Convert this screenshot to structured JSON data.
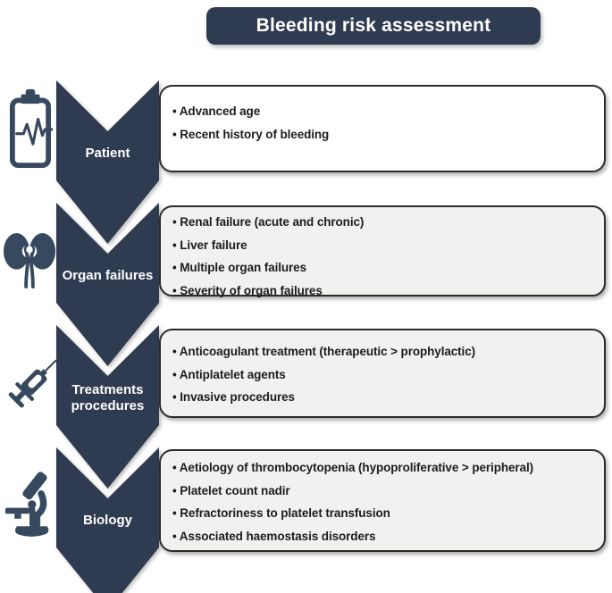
{
  "title": "Bleeding risk assessment",
  "colors": {
    "banner_and_chevron": "#2e3b50",
    "icon": "#36495f",
    "box_border": "#2b2b2b",
    "box_background_gray": "#f1f1ef",
    "box_background_first": "#ffffff",
    "box_text": "#1c1c1c",
    "banner_text": "#ffffff"
  },
  "rows": [
    {
      "label": "Patient",
      "icon": "clipboard-pulse-icon",
      "items": [
        "Advanced age",
        "Recent history of bleeding"
      ]
    },
    {
      "label": "Organ failures",
      "icon": "kidneys-icon",
      "items": [
        "Renal failure (acute and chronic)",
        "Liver failure",
        "Multiple organ failures",
        "Severity of organ failures"
      ]
    },
    {
      "label": "Treatments procedures",
      "icon": "syringe-icon",
      "items": [
        "Anticoagulant treatment (therapeutic > prophylactic)",
        "Antiplatelet agents",
        "Invasive procedures"
      ]
    },
    {
      "label": "Biology",
      "icon": "microscope-icon",
      "items": [
        "Aetiology of thrombocytopenia (hypoproliferative > peripheral)",
        "Platelet count nadir",
        "Refractoriness to platelet transfusion",
        "Associated haemostasis disorders"
      ]
    }
  ]
}
